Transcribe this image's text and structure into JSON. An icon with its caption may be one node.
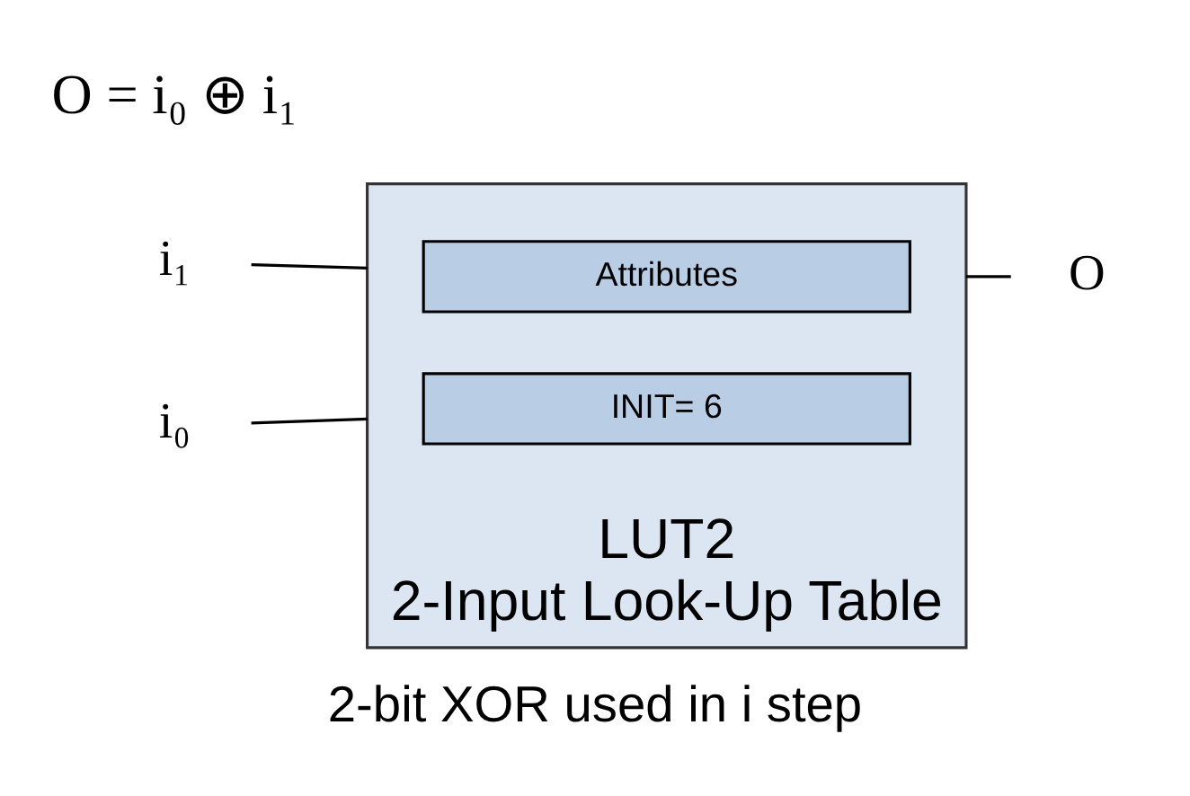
{
  "diagram": {
    "caption": "2-bit XOR used in i step",
    "nodes": [
      {
        "text": [
          "LUT2",
          "2-Input Look-Up Table"
        ]
      },
      {
        "text": [
          "Attributes"
        ],
        "in": 0
      },
      {
        "text": [
          "INIT= 6"
        ],
        "in": 0
      },
      {
        "text": [
          "i₁"
        ]
      },
      {
        "text": [
          "i₀"
        ]
      },
      {
        "text": [
          "O"
        ]
      }
    ],
    "edges": [
      {
        "from": 3,
        "to": 1,
        "arrow": "none"
      },
      {
        "from": 4,
        "to": 2,
        "arrow": "none"
      },
      {
        "from": 1,
        "to": 5,
        "arrow": "none"
      }
    ],
    "labels": [
      "O = i₀ ⊕ i₁"
    ]
  }
}
